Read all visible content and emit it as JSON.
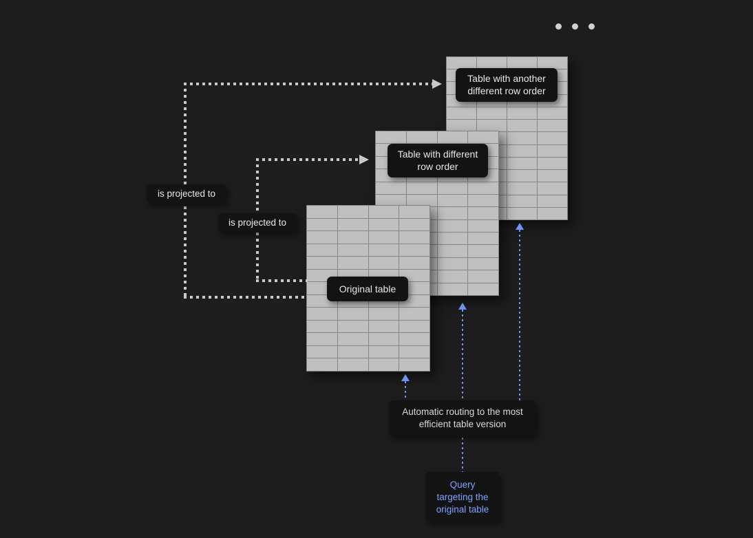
{
  "canvas": {
    "ellipsis_dot_count": 3
  },
  "tables": [
    {
      "label": "Table with another different row order",
      "rows": 13,
      "cols": 4
    },
    {
      "label": "Table with different row order",
      "rows": 13,
      "cols": 4
    },
    {
      "label": "Original table",
      "rows": 13,
      "cols": 4
    }
  ],
  "arrows": {
    "projection_1": "is projected to",
    "projection_2": "is projected to"
  },
  "notes": {
    "routing": "Automatic routing to the most efficient table version",
    "query": "Query targeting the original table"
  },
  "colors": {
    "background": "#1d1d1d",
    "table_fill": "#c0c0c0",
    "table_gridline": "#858585",
    "label_background": "#131313",
    "label_text": "#e8e8e8",
    "projection_arrow": "#c9c9c9",
    "routing_arrow": "#6d94f0",
    "query_text": "#7da2ff"
  }
}
